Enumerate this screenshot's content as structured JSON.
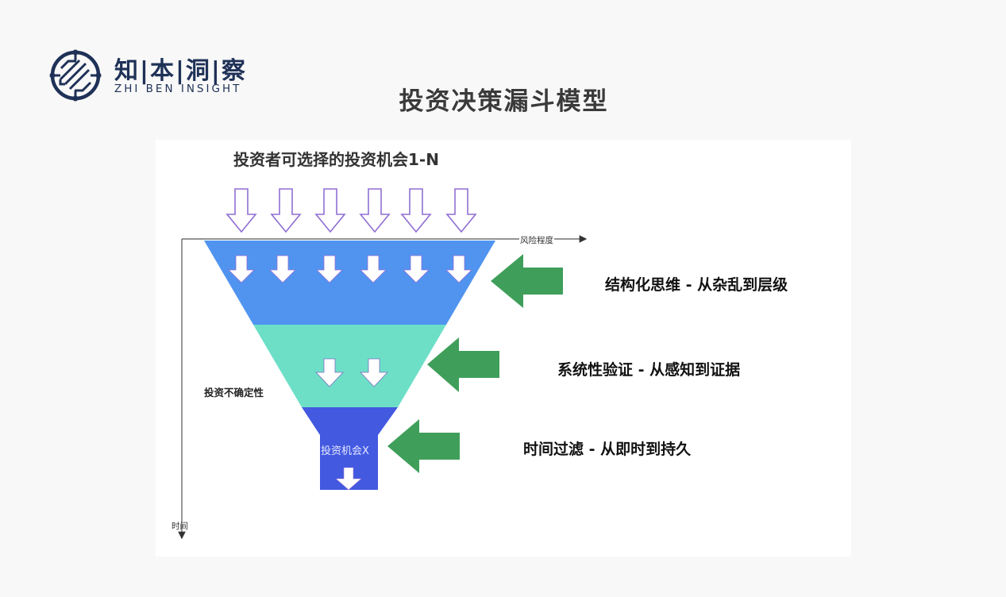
{
  "brand": {
    "name_cn": "知|本|洞|察",
    "name_en": "ZHI BEN INSIGHT",
    "logo_icon": "circuit-globe-icon",
    "color": "#1f3157"
  },
  "title": "投资决策漏斗模型",
  "diagram": {
    "input_label": "投资者可选择的投资机会1-N",
    "input_arrow_count": 6,
    "x_axis_label": "风险程度",
    "y_axis_label": "时间",
    "side_label": "投资不确定性",
    "output_label": "投资机会X",
    "layers": [
      {
        "name": "structured-thinking",
        "color": "#5094f0",
        "arrow_count": 6,
        "description": "结构化思维 - 从杂乱到层级"
      },
      {
        "name": "systematic-validation",
        "color": "#6ddfc7",
        "arrow_count": 2,
        "description": "系统性验证 - 从感知到证据"
      },
      {
        "name": "time-filter",
        "color": "#4359e0",
        "arrow_count": 1,
        "description": "时间过滤 - 从即时到持久"
      }
    ],
    "colors": {
      "input_arrow_stroke": "#8f6fd3",
      "pointer_arrow": "#3f9f5a",
      "axis": "#555555"
    }
  }
}
